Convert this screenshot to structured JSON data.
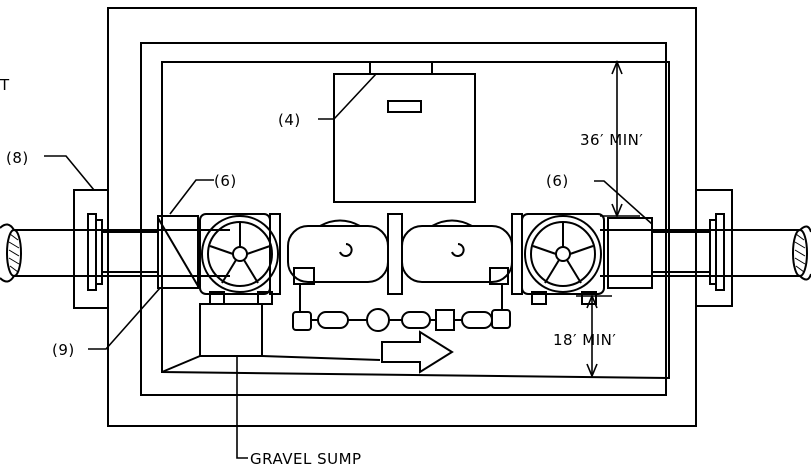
{
  "labels": {
    "edge_fragment": "T",
    "callout_8": "(8)",
    "callout_6_left": "(6)",
    "callout_6_right": "(6)",
    "callout_4": "(4)",
    "callout_9": "(9)",
    "dim_36": "36′ MIN′",
    "dim_18": "18′ MIN′",
    "gravel_sump": "GRAVEL SUMP"
  },
  "colors": {
    "line": "#000000",
    "background": "#ffffff"
  }
}
